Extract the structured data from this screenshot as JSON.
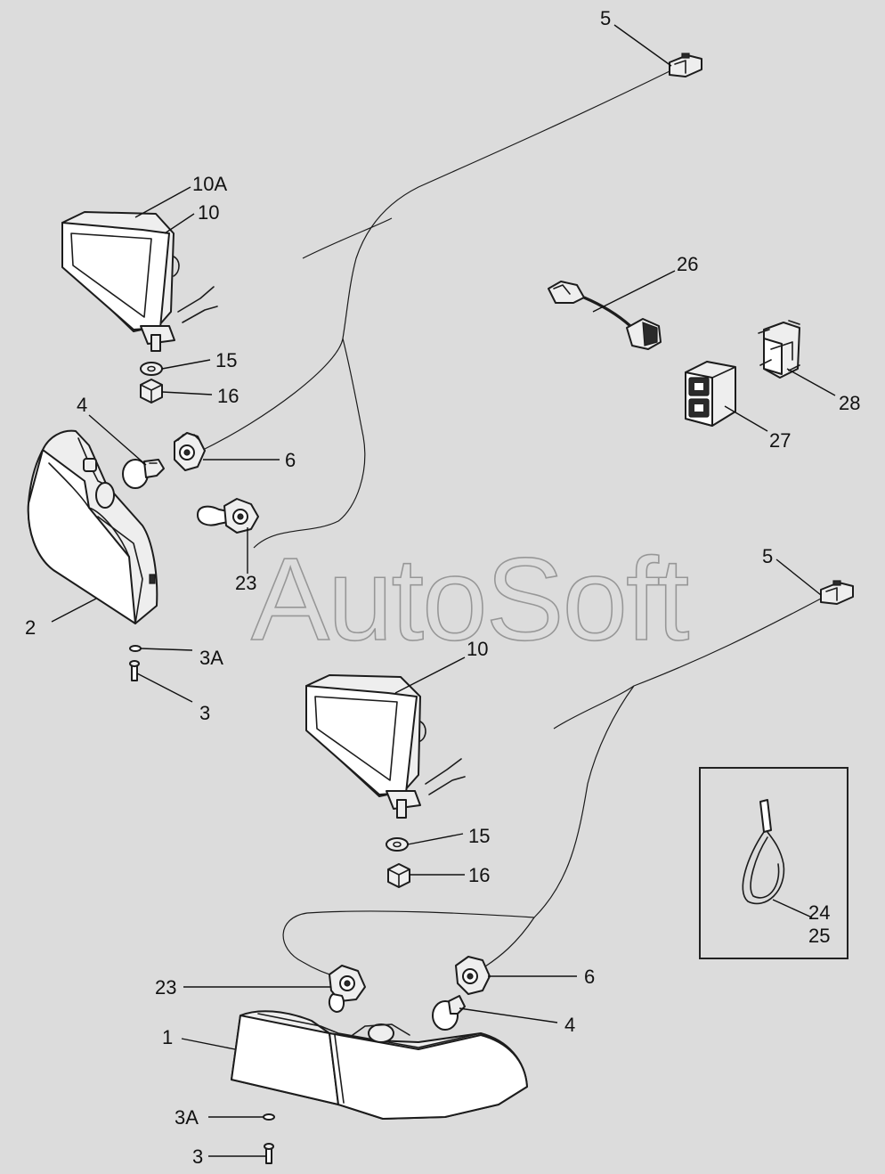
{
  "diagram": {
    "watermark": "AutoSoft",
    "callouts": {
      "c5_top": "5",
      "c10a": "10A",
      "c10_top": "10",
      "c15_top": "15",
      "c16_top": "16",
      "c4_top": "4",
      "c6_top": "6",
      "c23_top": "23",
      "c2": "2",
      "c3a_top": "3A",
      "c3_top": "3",
      "c26": "26",
      "c27": "27",
      "c28": "28",
      "c5_mid": "5",
      "c10_mid": "10",
      "c15_mid": "15",
      "c16_mid": "16",
      "c24": "24",
      "c25": "25",
      "c23_bot": "23",
      "c6_bot": "6",
      "c4_bot": "4",
      "c1": "1",
      "c3a_bot": "3A",
      "c3_bot": "3"
    }
  }
}
